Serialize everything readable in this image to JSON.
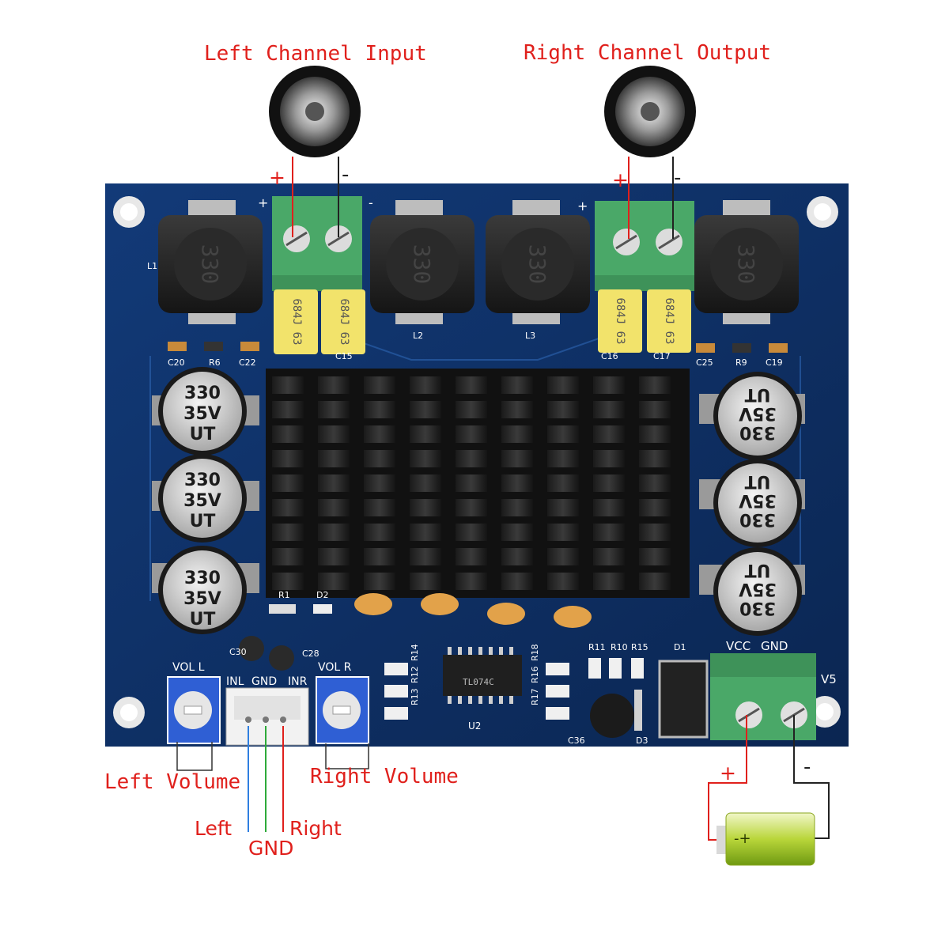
{
  "annotations": {
    "left_channel": "Left Channel Input",
    "right_channel": "Right Channel Output",
    "left_volume": "Left Volume",
    "right_volume": "Right Volume",
    "left_wire": "Left",
    "gnd_wire": "GND",
    "right_wire": "Right",
    "plus": "+",
    "minus": "-"
  },
  "silkscreen": {
    "inductors": [
      "L1",
      "L2",
      "L3"
    ],
    "film_caps": [
      "C15",
      "C16",
      "C17"
    ],
    "smd_row_left": [
      "C20",
      "R6",
      "C22"
    ],
    "smd_row_right": [
      "C25",
      "R9",
      "C19"
    ],
    "lower_left": [
      "R1",
      "D2",
      "C30",
      "C28"
    ],
    "vol_left": "VOL L",
    "vol_right": "VOL R",
    "audio_header": [
      "INL",
      "GND",
      "INR"
    ],
    "power_terminal": [
      "VCC",
      "GND"
    ],
    "supply_label": "V5",
    "chip_ref": "U2",
    "resistors_left": [
      "R14",
      "R12",
      "R13"
    ],
    "resistors_mid": [
      "R18",
      "R16",
      "R17"
    ],
    "resistors_top": [
      "R11",
      "R10",
      "R15"
    ],
    "diodes": [
      "D1",
      "D3"
    ],
    "cap_c36": "C36"
  },
  "components": {
    "inductor_marking": "330",
    "electrolytic_marking": [
      "330",
      "35V",
      "UT"
    ],
    "film_cap_marking": "684J 63",
    "chip_marking": "TL074C"
  },
  "colors": {
    "annotation_red": "#e0201c",
    "wire_blue": "#2f7fe0",
    "wire_green": "#2eaa3a",
    "board_blue": "#0f2f63",
    "terminal_green": "#4aa868"
  }
}
